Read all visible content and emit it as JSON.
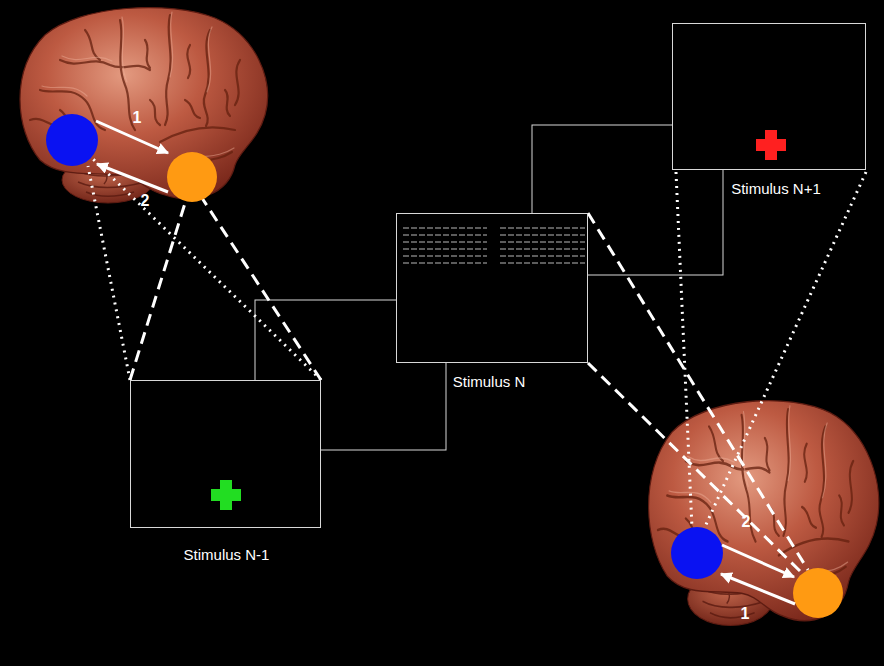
{
  "diagram": {
    "nodes": [
      {
        "text": [
          "Stimulus N-1"
        ]
      },
      {
        "text": [
          "Stimulus N"
        ]
      },
      {
        "text": [
          "Stimulus N+1"
        ]
      }
    ],
    "labels": [
      "1",
      "2",
      "2",
      "1"
    ]
  }
}
